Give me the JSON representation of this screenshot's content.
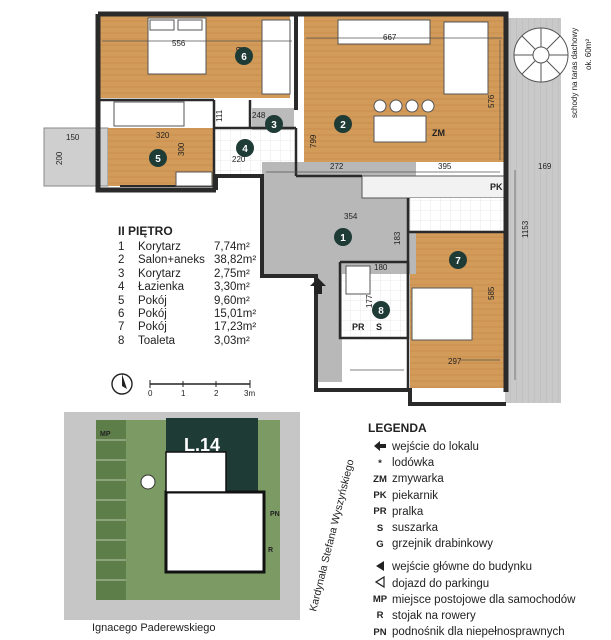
{
  "floor_title": "II PIĘTRO",
  "rooms": [
    {
      "num": "1",
      "name": "Korytarz",
      "area": "7,74m²"
    },
    {
      "num": "2",
      "name": "Salon+aneks",
      "area": "38,82m²"
    },
    {
      "num": "3",
      "name": "Korytarz",
      "area": "2,75m²"
    },
    {
      "num": "4",
      "name": "Łazienka",
      "area": "3,30m²"
    },
    {
      "num": "5",
      "name": "Pokój",
      "area": "9,60m²"
    },
    {
      "num": "6",
      "name": "Pokój",
      "area": "15,01m²"
    },
    {
      "num": "7",
      "name": "Pokój",
      "area": "17,23m²"
    },
    {
      "num": "8",
      "name": "Toaleta",
      "area": "3,03m²"
    }
  ],
  "room_badges": [
    "1",
    "2",
    "3",
    "4",
    "5",
    "6",
    "7",
    "8"
  ],
  "dimensions": {
    "d556": "556",
    "d260": "260",
    "d667": "667",
    "d576": "576",
    "d799": "799",
    "d248": "248",
    "d111": "111",
    "d320": "320",
    "d300": "300",
    "d150": "150",
    "d200": "200",
    "d220": "220",
    "d272": "272",
    "d395": "395",
    "d169": "169",
    "d1153": "1153",
    "d354": "354",
    "d183": "183",
    "d180": "180",
    "d177": "177",
    "d585": "585",
    "d297": "297"
  },
  "plan_labels": {
    "stairs_note": "schody na taras dachowy",
    "stairs_area": "ok. 60m²",
    "pk": "PK",
    "zm": "ZM",
    "pr": "PR",
    "s": "S"
  },
  "scale": {
    "t0": "0",
    "t1": "1",
    "t2": "2",
    "t3": "3m"
  },
  "site": {
    "unit": "L.14",
    "street_left": "Ignacego Paderewskiego",
    "street_right": "Kardynała Stefana Wyszyńskiego",
    "mp": "MP",
    "pn": "PN",
    "r": "R"
  },
  "legend": {
    "title": "LEGENDA",
    "items": [
      {
        "sym": "",
        "text": "wejście do lokalu"
      },
      {
        "sym": "*",
        "text": "lodówka"
      },
      {
        "sym": "ZM",
        "text": "zmywarka"
      },
      {
        "sym": "PK",
        "text": "piekarnik"
      },
      {
        "sym": "PR",
        "text": "pralka"
      },
      {
        "sym": "S",
        "text": "suszarka"
      },
      {
        "sym": "G",
        "text": "grzejnik drabinkowy"
      },
      {
        "sym": "",
        "text": "wejście główne do budynku"
      },
      {
        "sym": "",
        "text": "dojazd do parkingu"
      },
      {
        "sym": "MP",
        "text": "miejsce postojowe dla samochodów"
      },
      {
        "sym": "R",
        "text": "stojak na rowery"
      },
      {
        "sym": "PN",
        "text": "podnośnik dla niepełnosprawnych"
      }
    ]
  },
  "colors": {
    "wood": "#d09a5a",
    "corridor": "#b6b6b6",
    "wall": "#2a2a2a",
    "badge": "#1f3b36",
    "site_green": "#7c9a63",
    "unit_fill": "#1f3b36"
  }
}
